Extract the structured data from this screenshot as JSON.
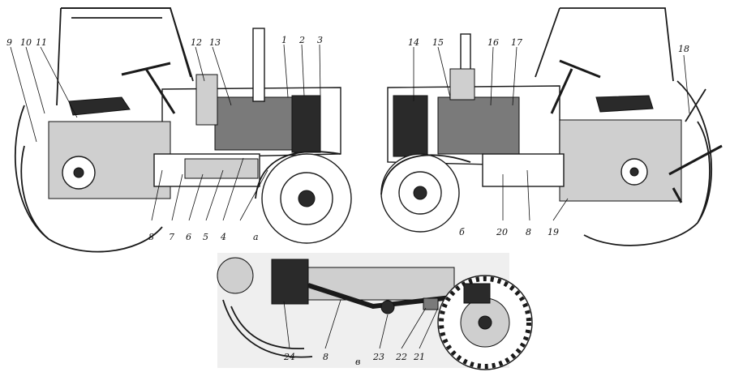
{
  "figure": {
    "view_labels": {
      "a": "а",
      "b": "б",
      "c": "в"
    },
    "callouts": {
      "n1": "1",
      "n2": "2",
      "n3": "3",
      "n4": "4",
      "n5": "5",
      "n6": "6",
      "n7": "7",
      "n8": "8",
      "n9": "9",
      "n10": "10",
      "n11": "11",
      "n12": "12",
      "n13": "13",
      "n14": "14",
      "n15": "15",
      "n16": "16",
      "n17": "17",
      "n18": "18",
      "n19": "19",
      "n20": "20",
      "n21": "21",
      "n22": "22",
      "n23": "23",
      "n24": "24"
    }
  }
}
